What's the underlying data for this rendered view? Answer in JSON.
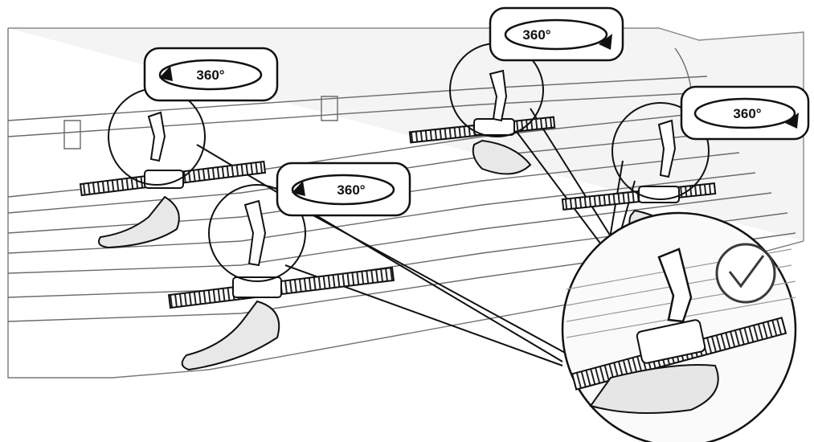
{
  "rotation_labels": [
    {
      "text": "360°",
      "direction": "counterclockwise"
    },
    {
      "text": "360°",
      "direction": "clockwise"
    },
    {
      "text": "360°",
      "direction": "counterclockwise"
    },
    {
      "text": "360°",
      "direction": "clockwise"
    }
  ],
  "confirm_icon": "checkmark-circle-icon",
  "colors": {
    "line": "#111111",
    "shade": "#3a3a3a",
    "bg": "#ffffff",
    "box": "#f2f2f2"
  }
}
